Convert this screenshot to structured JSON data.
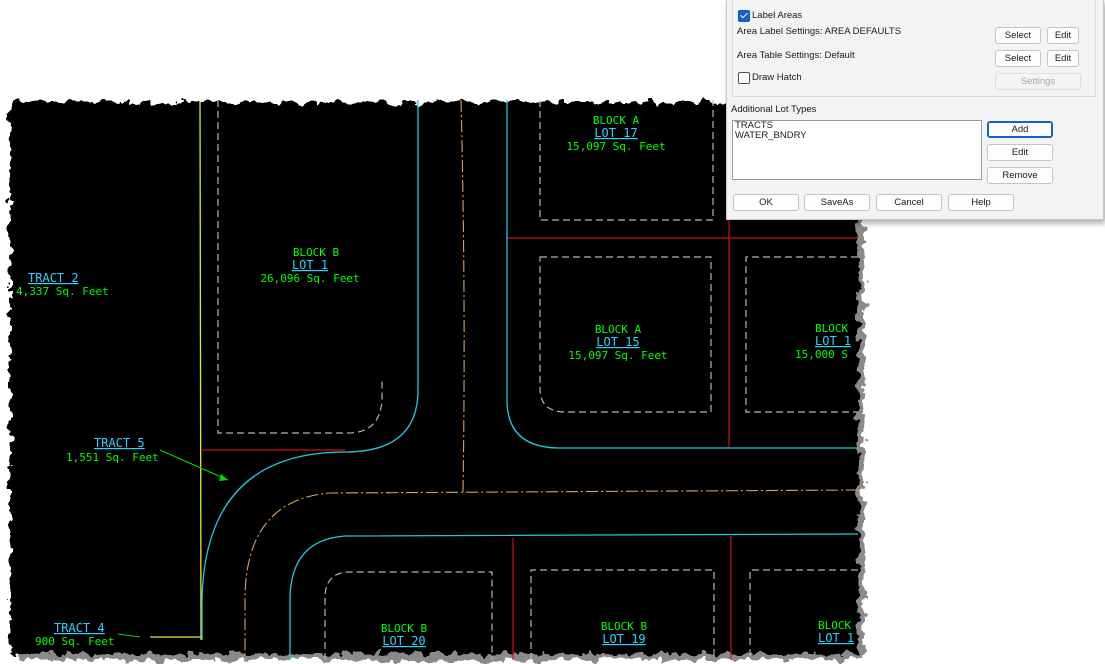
{
  "drawing": {
    "labels": {
      "block_b_lot1": {
        "block": "BLOCK B",
        "lot": "LOT 1",
        "area": "26,096 Sq. Feet"
      },
      "block_a_lot17": {
        "block": "BLOCK A",
        "lot": "LOT 17",
        "area": "15,097 Sq. Feet"
      },
      "block_a_lot15": {
        "block": "BLOCK A",
        "lot": "LOT 15",
        "area": "15,097 Sq. Feet"
      },
      "block_a_right": {
        "block": "BLOCK",
        "lot": "LOT 1",
        "area": "15,000 S"
      },
      "tract2": {
        "name": "TRACT 2",
        "area": "4,337 Sq. Feet"
      },
      "tract5": {
        "name": "TRACT 5",
        "area": "1,551 Sq. Feet"
      },
      "tract4": {
        "name": "TRACT 4",
        "area": "900 Sq. Feet"
      },
      "block_b_lot20": {
        "block": "BLOCK B",
        "lot": "LOT 20"
      },
      "block_b_lot19": {
        "block": "BLOCK B",
        "lot": "LOT 19"
      },
      "block_lot1x": {
        "block": "BLOCK",
        "lot": "LOT 1"
      }
    },
    "colors": {
      "background": "#000000",
      "lot_label": "#00ff00",
      "lot_number": "#2fd2ff",
      "lot_line": "#b4b4b4",
      "road_edge": "#22c9d8",
      "centerline": "#e0a060",
      "boundary": "#cc1111",
      "tract_line": "#e6e62a"
    }
  },
  "dialog": {
    "label_areas": {
      "label": "Label Areas",
      "checked": true
    },
    "area_label_settings": {
      "label": "Area Label Settings: AREA DEFAULTS",
      "select": "Select",
      "edit": "Edit"
    },
    "area_table_settings": {
      "label": "Area Table Settings: Default",
      "select": "Select",
      "edit": "Edit"
    },
    "draw_hatch": {
      "label": "Draw Hatch",
      "checked": false
    },
    "settings_button": "Settings",
    "additional_lot_types": {
      "title": "Additional Lot Types",
      "items": [
        "TRACTS",
        "WATER_BNDRY"
      ],
      "add": "Add",
      "edit": "Edit",
      "remove": "Remove"
    },
    "footer": {
      "ok": "OK",
      "saveas": "SaveAs",
      "cancel": "Cancel",
      "help": "Help"
    }
  }
}
